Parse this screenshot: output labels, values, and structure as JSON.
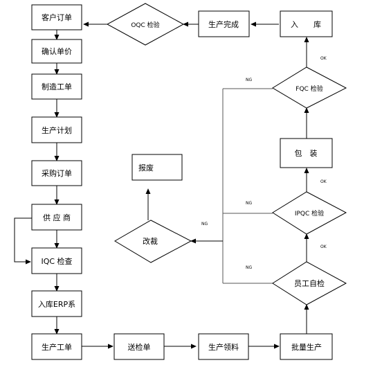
{
  "nodes": {
    "customer_order": "客户订单",
    "confirm_price": "确认单价",
    "make_work_order": "制造工单",
    "production_plan": "生产计划",
    "purchase_order": "采购订单",
    "supplier": "供 应 商",
    "iqc_inspection": "IQC 检查",
    "warehouse_erp": "入库ERP系",
    "production_work_order": "生产工单",
    "send_inspection": "送检单",
    "production_material": "生产领料",
    "batch_production": "批量生产",
    "self_inspection": "员工自检",
    "ipqc_inspection": "IPQC 检验",
    "packaging": "包　装",
    "fqc_inspection": "FQC 检验",
    "warehouse_in": "入　　库",
    "production_complete": "生产完成",
    "oqc_inspection": "OQC 检验",
    "rework": "改裁",
    "scrap": "报废"
  },
  "edge_labels": {
    "ok_self": "OK",
    "ok_ipqc": "OK",
    "ok_fqc": "OK",
    "ng_self": "NG",
    "ng_ipqc": "NG",
    "ng_fqc": "NG",
    "ng_rework": "NG"
  }
}
